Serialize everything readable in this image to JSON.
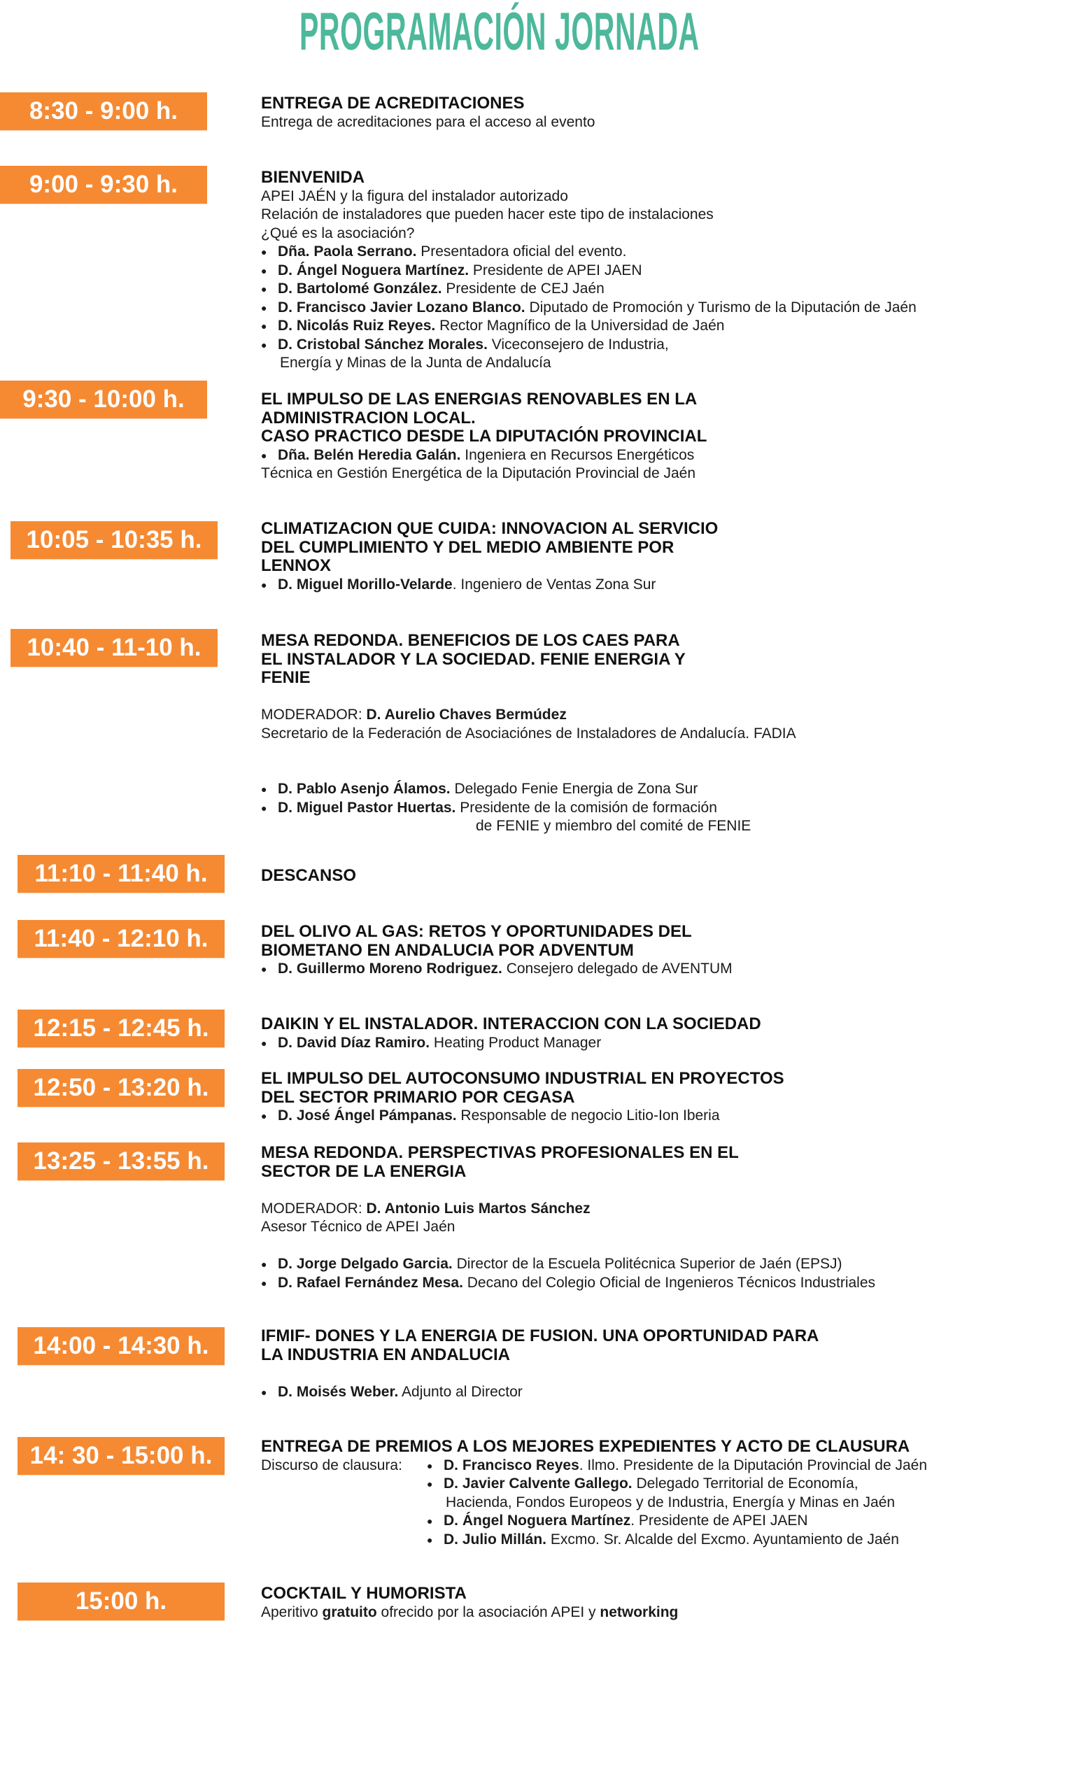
{
  "header": {
    "title": "PROGRAMACIÓN JORNADA"
  },
  "colors": {
    "accent_orange": "#f58a33",
    "title_teal": "#4db89b"
  },
  "schedule": [
    {
      "time": "8:30 - 9:00 h.",
      "lines": [
        {
          "type": "title",
          "segments": [
            {
              "t": "ENTREGA DE ACREDITACIONES"
            }
          ]
        },
        {
          "type": "text",
          "segments": [
            {
              "t": "Entrega de acreditaciones para el acceso al evento"
            }
          ]
        }
      ]
    },
    {
      "time": "9:00 - 9:30 h.",
      "lines": [
        {
          "type": "title",
          "segments": [
            {
              "t": "BIENVENIDA"
            }
          ]
        },
        {
          "type": "text",
          "segments": [
            {
              "t": "APEI JAÉN y la figura del instalador autorizado"
            }
          ]
        },
        {
          "type": "text",
          "segments": [
            {
              "t": "Relación de instaladores que pueden hacer este tipo de instalaciones"
            }
          ]
        },
        {
          "type": "text",
          "segments": [
            {
              "t": "¿Qué es la asociación?"
            }
          ]
        },
        {
          "type": "bullet",
          "segments": [
            {
              "b": true,
              "t": "Dña. Paola Serrano."
            },
            {
              "t": " Presentadora oficial del evento."
            }
          ]
        },
        {
          "type": "bullet",
          "segments": [
            {
              "b": true,
              "t": "D. Ángel Noguera Martínez."
            },
            {
              "t": " Presidente de APEI JAEN"
            }
          ]
        },
        {
          "type": "bullet",
          "segments": [
            {
              "b": true,
              "t": "D. Bartolomé González."
            },
            {
              "t": " Presidente de CEJ Jaén"
            }
          ]
        },
        {
          "type": "bullet",
          "segments": [
            {
              "b": true,
              "t": "D. Francisco Javier Lozano Blanco."
            },
            {
              "t": " Diputado de Promoción y Turismo de la Diputación de Jaén"
            }
          ]
        },
        {
          "type": "bullet",
          "segments": [
            {
              "b": true,
              "t": "D. Nicolás Ruiz Reyes."
            },
            {
              "t": " Rector Magnífico de la Universidad de Jaén"
            }
          ]
        },
        {
          "type": "bullet",
          "segments": [
            {
              "b": true,
              "t": "D. Cristobal Sánchez Morales."
            },
            {
              "t": " Viceconsejero de Industria,"
            }
          ]
        },
        {
          "type": "cont",
          "segments": [
            {
              "t": "Energía y Minas de la Junta de Andalucía"
            }
          ]
        }
      ]
    },
    {
      "time": "9:30 - 10:00 h.",
      "lines": [
        {
          "type": "title",
          "segments": [
            {
              "t": "EL IMPULSO DE LAS ENERGIAS RENOVABLES EN LA"
            }
          ]
        },
        {
          "type": "title",
          "segments": [
            {
              "t": "ADMINISTRACION LOCAL."
            }
          ]
        },
        {
          "type": "title",
          "segments": [
            {
              "t": "CASO PRACTICO DESDE LA DIPUTACIÓN PROVINCIAL"
            }
          ]
        },
        {
          "type": "bullet",
          "segments": [
            {
              "b": true,
              "t": "Dña. Belén Heredia Galán."
            },
            {
              "t": " Ingeniera en Recursos Energéticos"
            }
          ]
        },
        {
          "type": "text",
          "segments": [
            {
              "t": "Técnica en Gestión Energética de la Diputación Provincial de Jaén"
            }
          ]
        }
      ]
    },
    {
      "time": "10:05 - 10:35 h.",
      "lines": [
        {
          "type": "title",
          "segments": [
            {
              "t": "CLIMATIZACION QUE CUIDA: INNOVACION AL SERVICIO"
            }
          ]
        },
        {
          "type": "title",
          "segments": [
            {
              "t": "DEL CUMPLIMIENTO Y DEL MEDIO AMBIENTE POR"
            }
          ]
        },
        {
          "type": "title",
          "segments": [
            {
              "t": "LENNOX"
            }
          ]
        },
        {
          "type": "bullet",
          "segments": [
            {
              "b": true,
              "t": "D. Miguel Morillo-Velarde"
            },
            {
              "t": ". Ingeniero de Ventas Zona Sur"
            }
          ]
        }
      ]
    },
    {
      "time": "10:40 - 11-10 h.",
      "lines": [
        {
          "type": "title",
          "segments": [
            {
              "t": "MESA REDONDA.   BENEFICIOS DE LOS CAES PARA"
            }
          ]
        },
        {
          "type": "title",
          "segments": [
            {
              "t": "EL INSTALADOR Y LA SOCIEDAD. FENIE ENERGIA Y"
            }
          ]
        },
        {
          "type": "title",
          "segments": [
            {
              "t": "FENIE"
            }
          ]
        },
        {
          "type": "blank"
        },
        {
          "type": "text",
          "segments": [
            {
              "t": "MODERADOR: "
            },
            {
              "b": true,
              "t": "D. Aurelio Chaves Bermúdez"
            }
          ]
        },
        {
          "type": "text",
          "segments": [
            {
              "t": "Secretario de la Federación de Asociaciónes de Instaladores de Andalucía. FADIA"
            }
          ]
        },
        {
          "type": "blank"
        },
        {
          "type": "blank"
        },
        {
          "type": "bullet",
          "segments": [
            {
              "b": true,
              "t": "D. Pablo Asenjo  Álamos."
            },
            {
              "t": " Delegado Fenie Energia de Zona Sur"
            }
          ]
        },
        {
          "type": "bullet",
          "segments": [
            {
              "b": true,
              "t": "D. Miguel Pastor Huertas."
            },
            {
              "t": " Presidente de la comisión de formación"
            }
          ]
        },
        {
          "type": "cont-wide",
          "segments": [
            {
              "t": "de FENIE y miembro del comité de FENIE"
            }
          ]
        }
      ]
    },
    {
      "time": "11:10 - 11:40 h.",
      "lines": [
        {
          "type": "title",
          "segments": [
            {
              "t": "DESCANSO"
            }
          ]
        }
      ]
    },
    {
      "time": "11:40 - 12:10 h.",
      "lines": [
        {
          "type": "title",
          "segments": [
            {
              "t": "DEL OLIVO AL GAS: RETOS Y OPORTUNIDADES DEL"
            }
          ]
        },
        {
          "type": "title",
          "segments": [
            {
              "t": "BIOMETANO EN ANDALUCIA POR ADVENTUM"
            }
          ]
        },
        {
          "type": "bullet",
          "segments": [
            {
              "b": true,
              "t": "D. Guillermo Moreno Rodriguez."
            },
            {
              "t": " Consejero delegado de AVENTUM"
            }
          ]
        }
      ]
    },
    {
      "time": "12:15 - 12:45 h.",
      "lines": [
        {
          "type": "title",
          "segments": [
            {
              "t": "DAIKIN Y EL INSTALADOR. INTERACCION CON LA SOCIEDAD"
            }
          ]
        },
        {
          "type": "bullet",
          "segments": [
            {
              "b": true,
              "t": "D. David Díaz Ramiro."
            },
            {
              "t": " Heating Product Manager"
            }
          ]
        }
      ]
    },
    {
      "time": "12:50 - 13:20 h.",
      "lines": [
        {
          "type": "title",
          "segments": [
            {
              "t": "EL IMPULSO DEL AUTOCONSUMO INDUSTRIAL EN PROYECTOS"
            }
          ]
        },
        {
          "type": "title",
          "segments": [
            {
              "t": "DEL SECTOR PRIMARIO POR CEGASA"
            }
          ]
        },
        {
          "type": "bullet",
          "segments": [
            {
              "b": true,
              "t": "D. José Ángel Pámpanas."
            },
            {
              "t": " Responsable de negocio Litio-Ion Iberia"
            }
          ]
        }
      ]
    },
    {
      "time": "13:25 - 13:55 h.",
      "lines": [
        {
          "type": "title",
          "segments": [
            {
              "t": "MESA REDONDA. PERSPECTIVAS PROFESIONALES EN EL"
            }
          ]
        },
        {
          "type": "title",
          "segments": [
            {
              "t": "SECTOR DE LA ENERGIA"
            }
          ]
        },
        {
          "type": "blank"
        },
        {
          "type": "text",
          "segments": [
            {
              "t": "MODERADOR: "
            },
            {
              "b": true,
              "t": "D. Antonio Luis Martos Sánchez"
            }
          ]
        },
        {
          "type": "text",
          "segments": [
            {
              "t": "Asesor Técnico de APEI Jaén"
            }
          ]
        },
        {
          "type": "blank"
        },
        {
          "type": "bullet",
          "segments": [
            {
              "b": true,
              "t": "D. Jorge Delgado Garcia."
            },
            {
              "t": " Director de la Escuela Politécnica Superior de Jaén (EPSJ)"
            }
          ]
        },
        {
          "type": "bullet",
          "segments": [
            {
              "b": true,
              "t": "D. Rafael Fernández Mesa."
            },
            {
              "t": " Decano del Colegio Oficial de Ingenieros Técnicos Industriales"
            }
          ]
        }
      ]
    },
    {
      "time": "14:00 - 14:30 h.",
      "lines": [
        {
          "type": "title",
          "segments": [
            {
              "t": "IFMIF- DONES Y LA ENERGIA DE FUSION. UNA OPORTUNIDAD PARA"
            }
          ]
        },
        {
          "type": "title",
          "segments": [
            {
              "t": "LA INDUSTRIA EN ANDALUCIA"
            }
          ]
        },
        {
          "type": "blank"
        },
        {
          "type": "bullet",
          "segments": [
            {
              "b": true,
              "t": "D. Moisés Weber."
            },
            {
              "t": "  Adjunto al Director"
            }
          ]
        }
      ]
    },
    {
      "time": "14: 30 - 15:00 h.",
      "lines": [
        {
          "type": "title",
          "segments": [
            {
              "t": "ENTREGA DE PREMIOS A LOS MEJORES EXPEDIENTES Y ACTO DE CLAUSURA"
            }
          ]
        }
      ],
      "lead_label": "Discurso de clausura:",
      "lead_lines": [
        {
          "type": "bullet",
          "segments": [
            {
              "b": true,
              "t": "D. Francisco Reyes"
            },
            {
              "t": ". Ilmo. Presidente de la Diputación Provincial de Jaén"
            }
          ]
        },
        {
          "type": "bullet",
          "segments": [
            {
              "b": true,
              "t": "D. Javier Calvente Gallego."
            },
            {
              "t": " Delegado Territorial de Economía,"
            }
          ]
        },
        {
          "type": "cont",
          "segments": [
            {
              "t": "Hacienda, Fondos Europeos y de Industria, Energía y Minas en Jaén"
            }
          ]
        },
        {
          "type": "bullet",
          "segments": [
            {
              "b": true,
              "t": "D. Ángel Noguera Martínez"
            },
            {
              "t": ". Presidente de APEI JAEN"
            }
          ]
        },
        {
          "type": "bullet",
          "segments": [
            {
              "b": true,
              "t": "D. Julio Millán."
            },
            {
              "t": " Excmo. Sr. Alcalde del Excmo. Ayuntamiento de Jaén"
            }
          ]
        }
      ]
    },
    {
      "time": "15:00 h.",
      "lines": [
        {
          "type": "title",
          "segments": [
            {
              "t": "COCKTAIL Y HUMORISTA"
            }
          ]
        },
        {
          "type": "text",
          "segments": [
            {
              "t": "Aperitivo "
            },
            {
              "b": true,
              "t": "gratuito"
            },
            {
              "t": " ofrecido por la asociación APEI y "
            },
            {
              "b": true,
              "t": "networking"
            }
          ]
        }
      ]
    }
  ]
}
